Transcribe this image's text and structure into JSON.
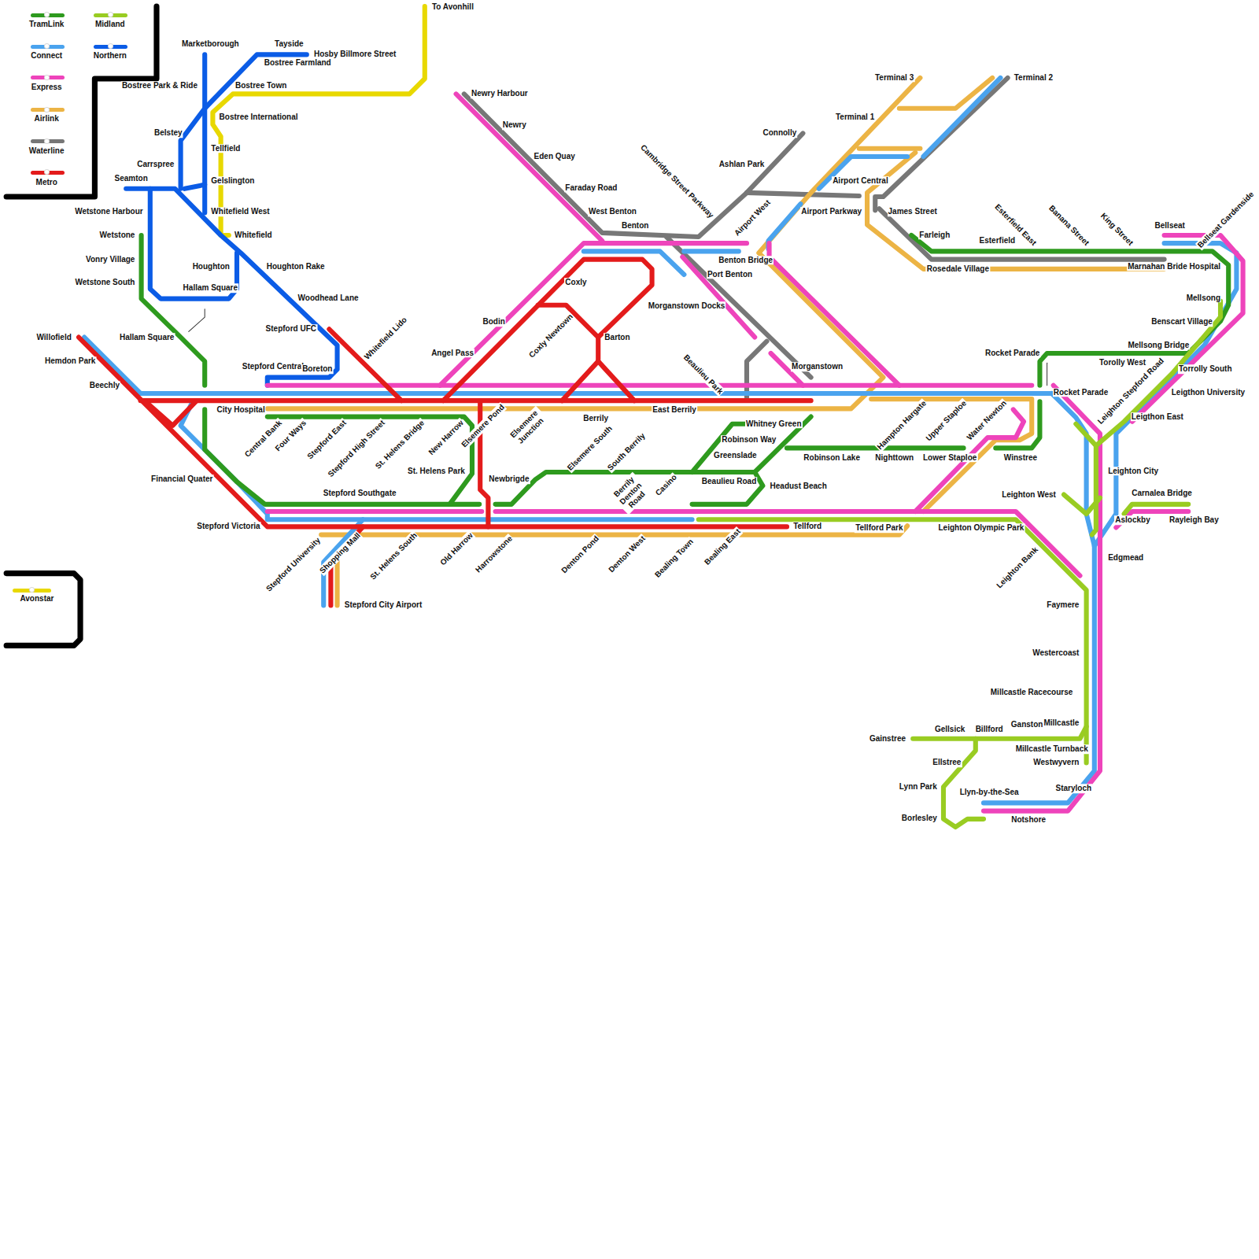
{
  "diagram": {
    "labels": [
      "To Avonhill",
      "Marketborough",
      "Tayside",
      "Hosby Billmore Street",
      "Bostree Farmland",
      "Bostree Park & Ride",
      "Bostree Town",
      "Bostree International",
      "Belstey",
      "Tellfield",
      "Carrspree",
      "Gelslington",
      "Seamton",
      "Wetstone Harbour",
      "Whitefield West",
      "Whitefield",
      "Wetstone",
      "Vonry Village",
      "Houghton",
      "Houghton Rake",
      "Wetstone South",
      "Hallam Square",
      "Woodhead Lane",
      "Hallam Square",
      "Willofield",
      "Stepford UFC",
      "Whitefield Lido",
      "Hemdon Park",
      "Stepford Central",
      "Boreton",
      "Beechly",
      "City Hospital",
      "Central Bank",
      "Four Ways",
      "Stepford East",
      "Stepford High Street",
      "St. Helens Bridge",
      "New Harrow",
      "Elsemere Pond",
      "Elsemere Junction",
      "Berrily",
      "East Berrily",
      "Financial Quater",
      "Stepford Southgate",
      "Stepford Victoria",
      "Stepford University",
      "Shopping Mall",
      "St. Helens South",
      "Old Harrow",
      "Harrowstone",
      "Stepford City Airport",
      "Denton Pond",
      "Denton West",
      "Bealing Town",
      "Bealing East",
      "Tellford",
      "Tellford Park",
      "Leighton Olympic Park",
      "St. Helens Park",
      "Newbrigde",
      "Elsemere South",
      "South Berrily",
      "Berrily Denton Road",
      "Casino",
      "Beaulieu Road",
      "Headust Beach",
      "Whitney Green",
      "Robinson Way",
      "Greenslade",
      "Robinson Lake",
      "Nighttown",
      "Lower Staploe",
      "Winstree",
      "Beaulieu Park",
      "Morganstown",
      "Morganstown Docks",
      "Port Benton",
      "Benton Bridge",
      "Benton",
      "West Benton",
      "Faraday Road",
      "Eden Quay",
      "Newry",
      "Newry Harbour",
      "Coxly",
      "Coxly Newtown",
      "Barton",
      "Bodin",
      "Angel Pass",
      "Cambridge Street Parkway",
      "Ashlan Park",
      "Connolly",
      "Airport West",
      "Airport Parkway",
      "Airport Central",
      "Terminal 1",
      "Terminal 3",
      "Terminal 2",
      "James Street",
      "Farleigh",
      "Esterfield",
      "Esterfield East",
      "Banana Street",
      "King Street",
      "Bellseat",
      "Bellseat Gardenside",
      "Rosedale Village",
      "Marnahan Bride Hospital",
      "Mellsong",
      "Benscart Village",
      "Rocket Parade",
      "Mellsong Bridge",
      "Torolly West",
      "Torrolly South",
      "Leighton Stepford Road",
      "Rocket Parade",
      "Leigthon University",
      "Leigthon East",
      "Hampton Hargate",
      "Upper Staploe",
      "Water Newton",
      "Leighton City",
      "Leighton West",
      "Carnalea Bridge",
      "Aslockby",
      "Rayleigh Bay",
      "Leighton Bank",
      "Edgmead",
      "Faymere",
      "Westercoast",
      "Millcastle Racecourse",
      "Gellsick",
      "Billford",
      "Ganston",
      "Millcastle",
      "Gainstree",
      "Millcastle Turnback",
      "Ellstree",
      "Westwyvern",
      "Lynn Park",
      "Staryloch",
      "Llyn-by-the-Sea",
      "Borlesley",
      "Notshore"
    ],
    "legend": [
      {
        "text": "TramLink",
        "color": "#2e9a1e"
      },
      {
        "text": "Connect",
        "color": "#4aa3ee"
      },
      {
        "text": "Express",
        "color": "#ee44bb"
      },
      {
        "text": "Airlink",
        "color": "#ecb445"
      },
      {
        "text": "Waterline",
        "color": "#777777"
      },
      {
        "text": "Metro",
        "color": "#e31b1b"
      },
      {
        "text": "Midland",
        "color": "#99cc22"
      },
      {
        "text": "Northern",
        "color": "#0b5ce6"
      },
      {
        "text": "Avonstar",
        "color": "#e8d800"
      }
    ]
  }
}
